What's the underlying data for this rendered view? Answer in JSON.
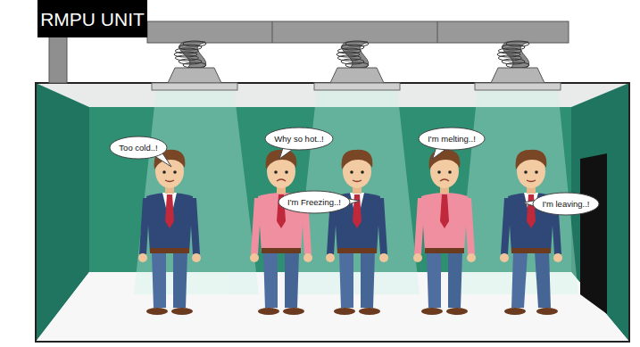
{
  "diagram": {
    "nodes": [
      {
        "text": [
          "RMPU UNIT"
        ]
      },
      {
        "text": [
          "Too cold..!"
        ]
      },
      {
        "text": [
          "Why so hot..!"
        ]
      },
      {
        "text": [
          "I'm Freezing..!"
        ]
      },
      {
        "text": [
          "I'm melting..!"
        ]
      },
      {
        "text": [
          "I'm leaving..!"
        ]
      }
    ]
  }
}
